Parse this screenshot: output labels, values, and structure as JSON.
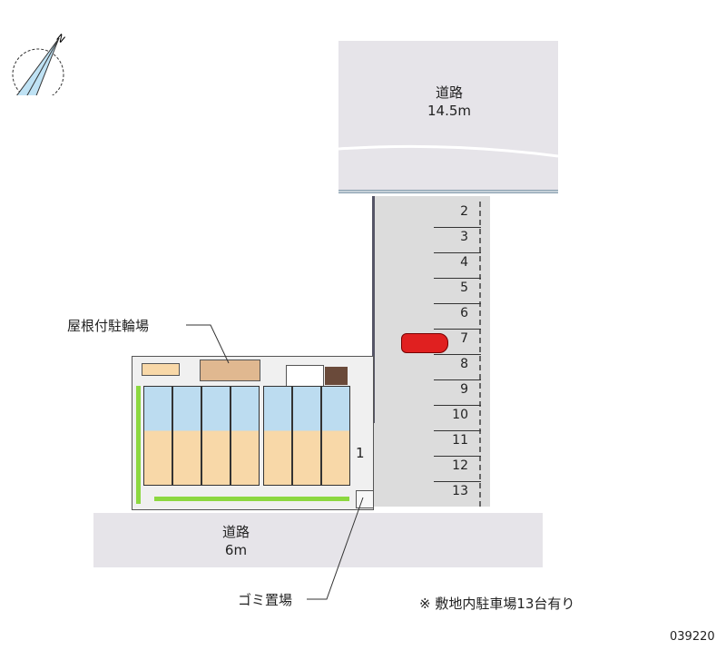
{
  "compass": {
    "north_label": "N"
  },
  "roads": [
    {
      "name": "道路",
      "width": "14.5m"
    },
    {
      "name": "道路",
      "width": "6m"
    }
  ],
  "parking": {
    "spaces": [
      "1",
      "2",
      "3",
      "4",
      "5",
      "6",
      "7",
      "8",
      "9",
      "10",
      "11",
      "12",
      "13"
    ],
    "occupied_space": "7"
  },
  "labels": {
    "bicycle_parking": "屋根付駐輪場",
    "garbage": "ゴミ置場",
    "note": "※ 敷地内駐車場13台有り",
    "code": "039220"
  },
  "colors": {
    "car": "#e02020",
    "road": "#e6e4e9",
    "lot": "#dcdcdc",
    "unit_wet": "#bcdcf0",
    "unit_room": "#f8d8a8",
    "green": "#8cd840"
  }
}
